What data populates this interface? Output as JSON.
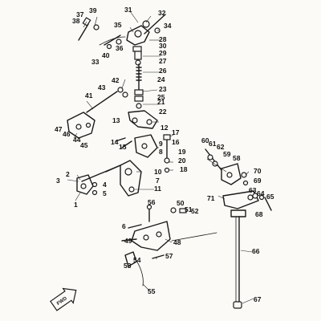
{
  "diagram": {
    "background": "#fbfaf6",
    "ink": "#1a1a1a",
    "callouts": [
      "1",
      "2",
      "3",
      "4",
      "5",
      "6",
      "7",
      "8",
      "9",
      "10",
      "11",
      "12",
      "13",
      "14",
      "15",
      "16",
      "17",
      "18",
      "19",
      "20",
      "21",
      "22",
      "23",
      "24",
      "25",
      "26",
      "27",
      "28",
      "29",
      "30",
      "31",
      "32",
      "33",
      "34",
      "35",
      "36",
      "37",
      "38",
      "39",
      "40",
      "41",
      "42",
      "43",
      "44",
      "45",
      "46",
      "47",
      "48",
      "49",
      "50",
      "51",
      "52",
      "53",
      "54",
      "55",
      "56",
      "57",
      "58",
      "59",
      "60",
      "61",
      "62",
      "63",
      "64",
      "65",
      "66",
      "67",
      "68",
      "69",
      "70",
      "71"
    ],
    "forward_marker": {
      "label": "FWD",
      "icon": "forward-arrow-icon"
    }
  }
}
